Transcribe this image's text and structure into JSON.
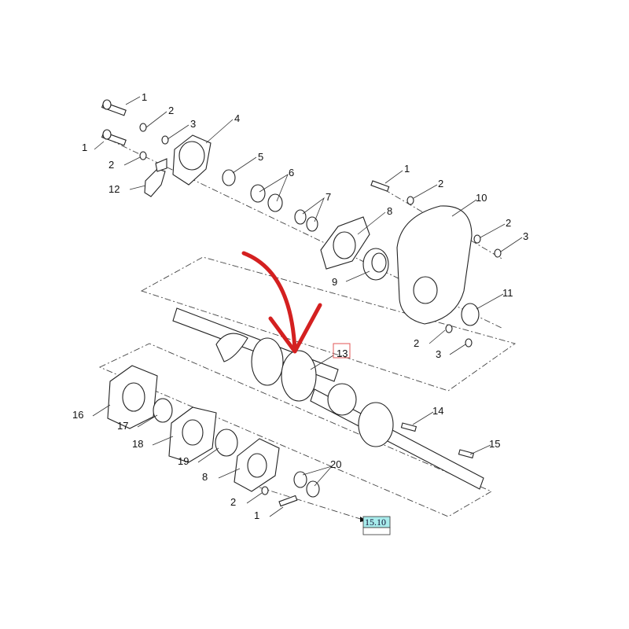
{
  "diagram": {
    "callouts": [
      "1",
      "2",
      "3",
      "4",
      "1",
      "2",
      "12",
      "5",
      "6",
      "7",
      "8",
      "9",
      "1",
      "2",
      "10",
      "2",
      "3",
      "11",
      "2",
      "3",
      "13",
      "16",
      "17",
      "18",
      "19",
      "8",
      "14",
      "15",
      "20",
      "2",
      "1"
    ],
    "highlighted_callout": "13",
    "page_reference": "15.10",
    "colors": {
      "highlight_box": "#e05555",
      "arrow": "#d42020",
      "reference_fill": "#a8ecec"
    }
  }
}
